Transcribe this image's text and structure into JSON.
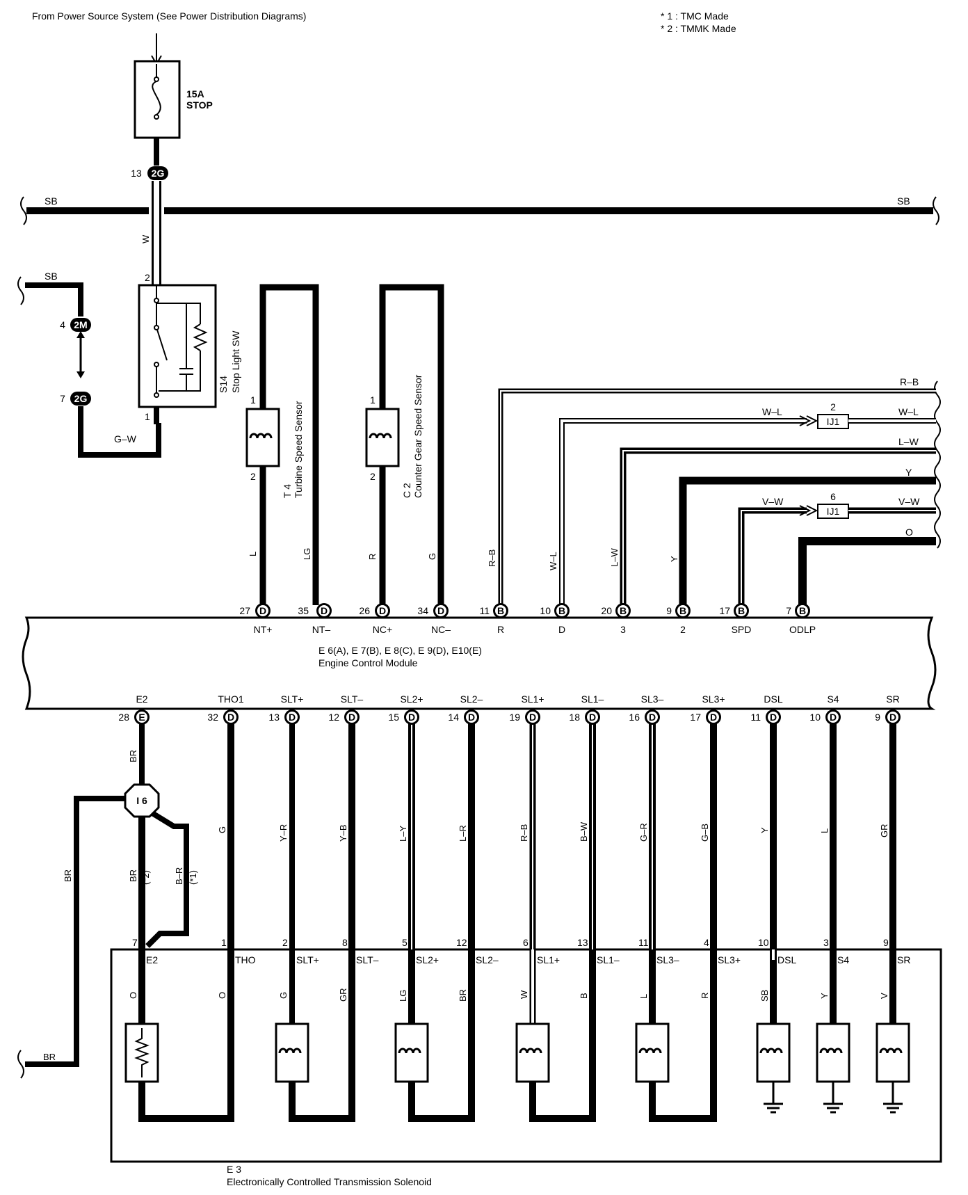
{
  "header": {
    "source_note": "From Power Source System (See Power Distribution Diagrams)",
    "note1": "* 1 : TMC Made",
    "note2": "* 2 : TMMK Made"
  },
  "fuse": {
    "rating": "15A",
    "name": "STOP"
  },
  "connectors": {
    "c2G_top": {
      "id": "2G",
      "pin": "13"
    },
    "c2M": {
      "id": "2M",
      "pin": "4"
    },
    "c2G_left": {
      "id": "2G",
      "pin": "7"
    },
    "ij1_a": {
      "id": "IJ1",
      "pin": "2"
    },
    "ij1_b": {
      "id": "IJ1",
      "pin": "6"
    },
    "i6": {
      "id": "I 6"
    }
  },
  "bus": {
    "left": "SB",
    "right": "SB",
    "sb_left": "SB"
  },
  "stop_switch": {
    "code": "S14",
    "name": "Stop Light SW",
    "pin_top": "2",
    "pin_bottom": "1",
    "wire_in": "W",
    "wire_out": "G–W"
  },
  "sensors": [
    {
      "code": "T 4",
      "name": "Turbine Speed Sensor",
      "pin1": "1",
      "pin2": "2",
      "wire_a": "L",
      "wire_b": "LG"
    },
    {
      "code": "C 2",
      "name": "Counter Gear Speed Sensor",
      "pin1": "1",
      "pin2": "2",
      "wire_a": "R",
      "wire_b": "G"
    }
  ],
  "right_wires": [
    {
      "label": "R–B"
    },
    {
      "label_in": "W–L",
      "label_out": "W–L"
    },
    {
      "label": "L–W"
    },
    {
      "label": "Y"
    },
    {
      "label_in": "V–W",
      "label_out": "V–W"
    },
    {
      "label": "O"
    }
  ],
  "ecm": {
    "codes": "E 6(A), E 7(B), E 8(C), E 9(D), E10(E)",
    "name": "Engine Control Module",
    "top_pins": [
      {
        "pin": "27",
        "conn": "D",
        "term": "NT+",
        "wire": "L"
      },
      {
        "pin": "35",
        "conn": "D",
        "term": "NT–",
        "wire": "LG"
      },
      {
        "pin": "26",
        "conn": "D",
        "term": "NC+",
        "wire": "R"
      },
      {
        "pin": "34",
        "conn": "D",
        "term": "NC–",
        "wire": "G"
      },
      {
        "pin": "11",
        "conn": "B",
        "term": "R",
        "wire": "R–B"
      },
      {
        "pin": "10",
        "conn": "B",
        "term": "D",
        "wire": "W–L"
      },
      {
        "pin": "20",
        "conn": "B",
        "term": "3",
        "wire": "L–W"
      },
      {
        "pin": "9",
        "conn": "B",
        "term": "2",
        "wire": "Y"
      },
      {
        "pin": "17",
        "conn": "B",
        "term": "SPD",
        "wire": "V–W"
      },
      {
        "pin": "7",
        "conn": "B",
        "term": "ODLP",
        "wire": "O"
      }
    ],
    "bottom_pins": [
      {
        "pin": "28",
        "conn": "E",
        "term": "E2",
        "wire": "BR"
      },
      {
        "pin": "32",
        "conn": "D",
        "term": "THO1",
        "wire": "G"
      },
      {
        "pin": "13",
        "conn": "D",
        "term": "SLT+",
        "wire": "Y–R"
      },
      {
        "pin": "12",
        "conn": "D",
        "term": "SLT–",
        "wire": "Y–B"
      },
      {
        "pin": "15",
        "conn": "D",
        "term": "SL2+",
        "wire": "L–Y"
      },
      {
        "pin": "14",
        "conn": "D",
        "term": "SL2–",
        "wire": "L–R"
      },
      {
        "pin": "19",
        "conn": "D",
        "term": "SL1+",
        "wire": "R–B"
      },
      {
        "pin": "18",
        "conn": "D",
        "term": "SL1–",
        "wire": "B–W"
      },
      {
        "pin": "16",
        "conn": "D",
        "term": "SL3–",
        "wire": "G–R"
      },
      {
        "pin": "17",
        "conn": "D",
        "term": "SL3+",
        "wire": "G–B"
      },
      {
        "pin": "11",
        "conn": "D",
        "term": "DSL",
        "wire": "Y"
      },
      {
        "pin": "10",
        "conn": "D",
        "term": "S4",
        "wire": "L"
      },
      {
        "pin": "9",
        "conn": "D",
        "term": "SR",
        "wire": "GR"
      }
    ]
  },
  "splice_wires": {
    "br_left": "BR",
    "br_bottom": "BR",
    "br_star2": "BR",
    "star2": "(*2)",
    "br_r": "B–R",
    "star1": "(*1)"
  },
  "solenoid": {
    "code": "E 3",
    "name": "Electronically Controlled Transmission Solenoid",
    "terminals": [
      {
        "pin": "7",
        "term": "E2",
        "wire": "O"
      },
      {
        "pin": "1",
        "term": "THO",
        "wire": "O"
      },
      {
        "pin": "2",
        "term": "SLT+",
        "wire": "G"
      },
      {
        "pin": "8",
        "term": "SLT–",
        "wire": "GR"
      },
      {
        "pin": "5",
        "term": "SL2+",
        "wire": "LG"
      },
      {
        "pin": "12",
        "term": "SL2–",
        "wire": "BR"
      },
      {
        "pin": "6",
        "term": "SL1+",
        "wire": "W"
      },
      {
        "pin": "13",
        "term": "SL1–",
        "wire": "B"
      },
      {
        "pin": "11",
        "term": "SL3–",
        "wire": "L"
      },
      {
        "pin": "4",
        "term": "SL3+",
        "wire": "R"
      },
      {
        "pin": "10",
        "term": "DSL",
        "wire": "SB"
      },
      {
        "pin": "3",
        "term": "S4",
        "wire": "Y"
      },
      {
        "pin": "9",
        "term": "SR",
        "wire": "V"
      }
    ]
  }
}
